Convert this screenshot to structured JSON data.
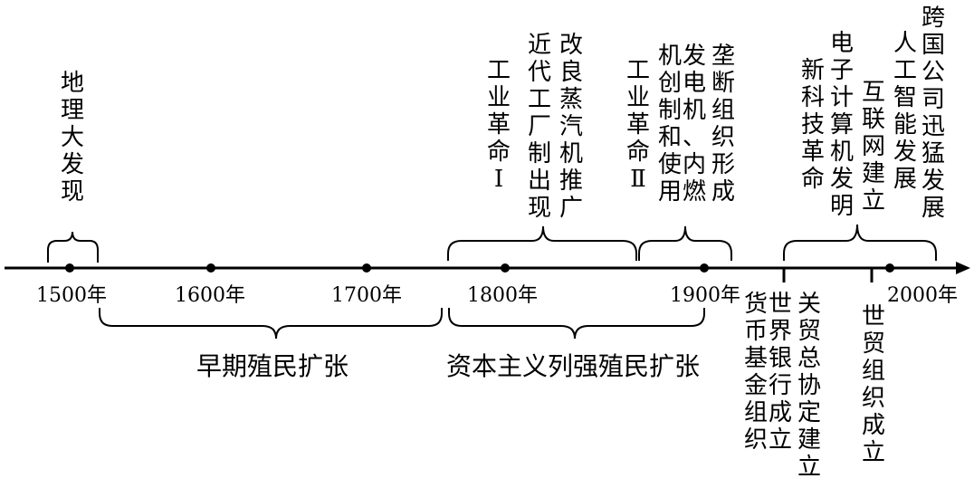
{
  "timeline": {
    "years": [
      "1500年",
      "1600年",
      "1700年",
      "1800年",
      "1900年",
      "2000年"
    ],
    "events_above": [
      {
        "id": "geo",
        "text": "地理大发现"
      },
      {
        "id": "ir1",
        "text": "工业革命Ⅰ"
      },
      {
        "id": "factory",
        "text": "近代工厂制出现"
      },
      {
        "id": "steam",
        "text": "改良蒸汽机推广"
      },
      {
        "id": "ir2",
        "text": "工业革命Ⅱ"
      },
      {
        "id": "machine",
        "text": "机创制和使用"
      },
      {
        "id": "generator",
        "text": "发电机、内燃"
      },
      {
        "id": "monopoly",
        "text": "垄断组织形成"
      },
      {
        "id": "newtech",
        "text": "新科技革命"
      },
      {
        "id": "computer",
        "text": "电子计算机发明"
      },
      {
        "id": "internet",
        "text": "互联网建立"
      },
      {
        "id": "ai",
        "text": "人工智能发展"
      },
      {
        "id": "mnc",
        "text": "跨国公司迅猛发展"
      }
    ],
    "events_below": [
      {
        "id": "imf",
        "text": "货币基金组织"
      },
      {
        "id": "wb",
        "text": "世界银行成立"
      },
      {
        "id": "gatt",
        "text": "关贸总协定建立"
      },
      {
        "id": "wto",
        "text": "世贸组织成立"
      }
    ],
    "periods": [
      {
        "id": "early",
        "text": "早期殖民扩张"
      },
      {
        "id": "capital",
        "text": "资本主义列强殖民扩张"
      }
    ]
  }
}
